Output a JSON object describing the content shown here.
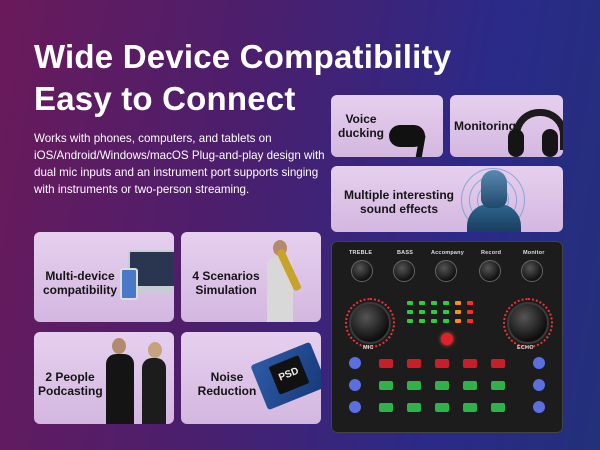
{
  "headline": {
    "line1": "Wide Device Compatibility",
    "line2": "Easy to Connect"
  },
  "description": "Works with phones, computers, and tablets on iOS/Android/Windows/macOS Plug-and-play design with dual mic inputs and an instrument port supports singing with instruments or two-person streaming.",
  "cards": {
    "voice_ducking": {
      "line1": "Voice",
      "line2": "ducking"
    },
    "monitoring": {
      "line1": "Monitoring"
    },
    "effects": {
      "line1": "Multiple interesting",
      "line2": "sound effects"
    },
    "multi_device": {
      "line1": "Multi-device",
      "line2": "compatibility"
    },
    "scenarios": {
      "line1": "4 Scenarios",
      "line2": "Simulation"
    },
    "podcasting": {
      "line1": "2 People",
      "line2": "Podcasting"
    },
    "noise": {
      "line1": "Noise",
      "line2": "Reduction"
    }
  },
  "chip_text": "PSD",
  "mixer": {
    "knob_labels": [
      "TREBLE",
      "BASS",
      "Accompany",
      "Record",
      "Monitor"
    ],
    "mic_label": "MIC",
    "echo_label": "ECHO"
  },
  "colors": {
    "card_bg": "#dcc3e8",
    "background_left": "#6a1a5a",
    "background_right": "#23307a",
    "meter_green": "#2ecc40",
    "meter_orange": "#ff8c1a",
    "meter_red": "#ff2a2a"
  }
}
